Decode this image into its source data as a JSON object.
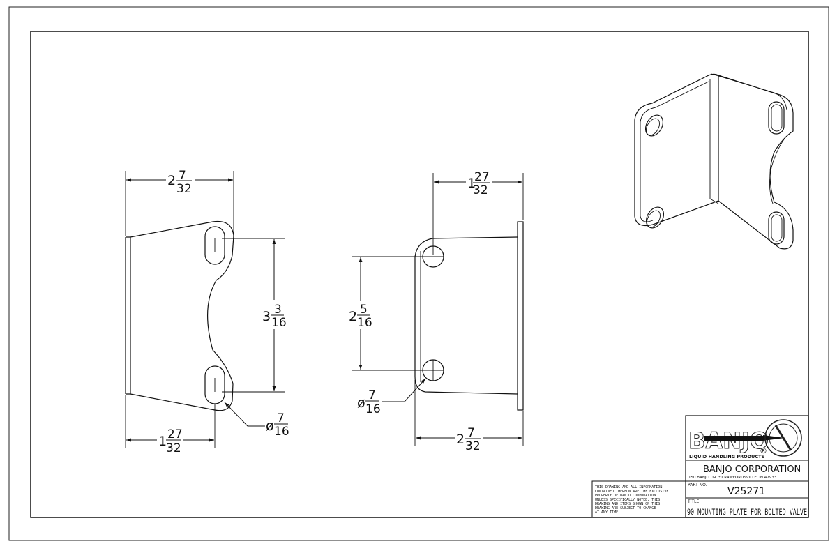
{
  "dimensions": {
    "front_width": {
      "whole": "2",
      "num": "7",
      "den": "32"
    },
    "front_height": {
      "whole": "3",
      "num": "3",
      "den": "16"
    },
    "front_bottom": {
      "whole": "1",
      "num": "27",
      "den": "32"
    },
    "front_slot_dia": {
      "prefix": "ø",
      "num": "7",
      "den": "16"
    },
    "side_top": {
      "whole": "1",
      "num": "27",
      "den": "32"
    },
    "side_height": {
      "whole": "2",
      "num": "5",
      "den": "16"
    },
    "side_hole_dia": {
      "prefix": "ø",
      "num": "7",
      "den": "16"
    },
    "side_bottom": {
      "whole": "2",
      "num": "7",
      "den": "32"
    }
  },
  "title_block": {
    "logo_text": "BANJO",
    "logo_registered": "®",
    "logo_tagline": "LIQUID HANDLING PRODUCTS",
    "company": "BANJO CORPORATION",
    "address": "150 BANJO DR. * CRAWFORDSVILLE, IN 47933",
    "part_no_label": "PART NO.",
    "part_no": "V25271",
    "title_label": "TITLE",
    "title": "90 MOUNTING PLATE FOR BOLTED VALVE",
    "notice_lines": [
      "THIS DRAWING AND ALL INFORMATION",
      "CONTAINED THEREON ARE THE EXCLUSIVE",
      "PROPERTY OF BANJO CORPORATION.",
      "UNLESS SPECIFICALLY NOTED, THIS",
      "DRAWING AND ITEMS SHOWN ON THIS",
      "DRAWING ARE SUBJECT TO CHANGE",
      "AT ANY TIME."
    ]
  }
}
